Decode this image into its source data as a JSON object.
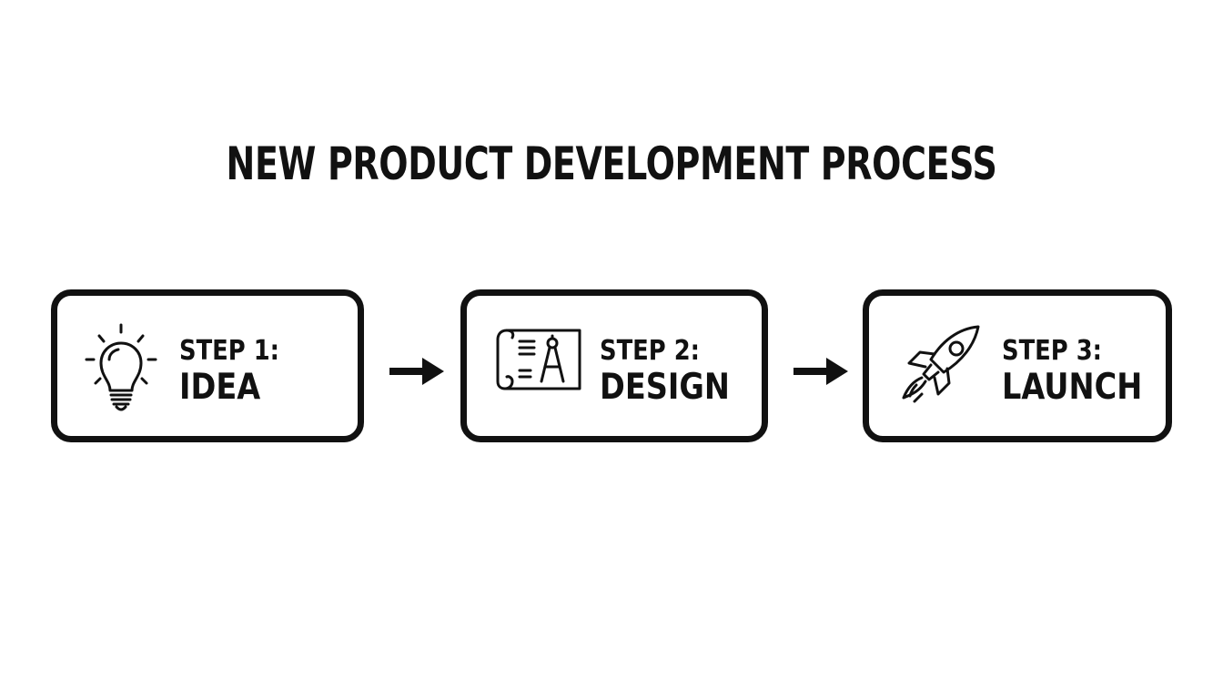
{
  "diagram": {
    "title": "NEW PRODUCT DEVELOPMENT PROCESS",
    "steps": [
      {
        "number": "STEP 1:",
        "name": "IDEA",
        "icon": "lightbulb-icon"
      },
      {
        "number": "STEP 2:",
        "name": "DESIGN",
        "icon": "blueprint-compass-icon"
      },
      {
        "number": "STEP 3:",
        "name": "LAUNCH",
        "icon": "rocket-icon"
      }
    ],
    "connectors": [
      "arrow-right-icon",
      "arrow-right-icon"
    ],
    "colors": {
      "stroke": "#111111",
      "background": "#ffffff"
    }
  }
}
